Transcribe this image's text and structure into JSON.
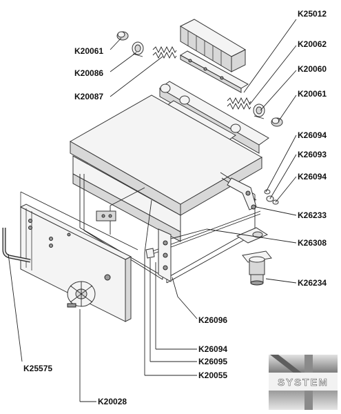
{
  "labels": {
    "k25012": "K25012",
    "k20062": "K20062",
    "k20060": "K20060",
    "k20061_right": "K20061",
    "k20061_left": "K20061",
    "k20086": "K20086",
    "k20087": "K20087",
    "k26094_a": "K26094",
    "k26093": "K26093",
    "k26094_b": "K26094",
    "k26233": "K26233",
    "k26308": "K26308",
    "k26234": "K26234",
    "k26096": "K26096",
    "k26094_c": "K26094",
    "k26095": "K26095",
    "k20055": "K20055",
    "k25575": "K25575",
    "k20028": "K20028"
  },
  "logo": {
    "text": "SYSTEM"
  },
  "colors": {
    "line": "#222222",
    "part_fill": "#f4f4f4",
    "logo_dark": "#6a6a6a",
    "logo_light": "#d9d9d9"
  }
}
